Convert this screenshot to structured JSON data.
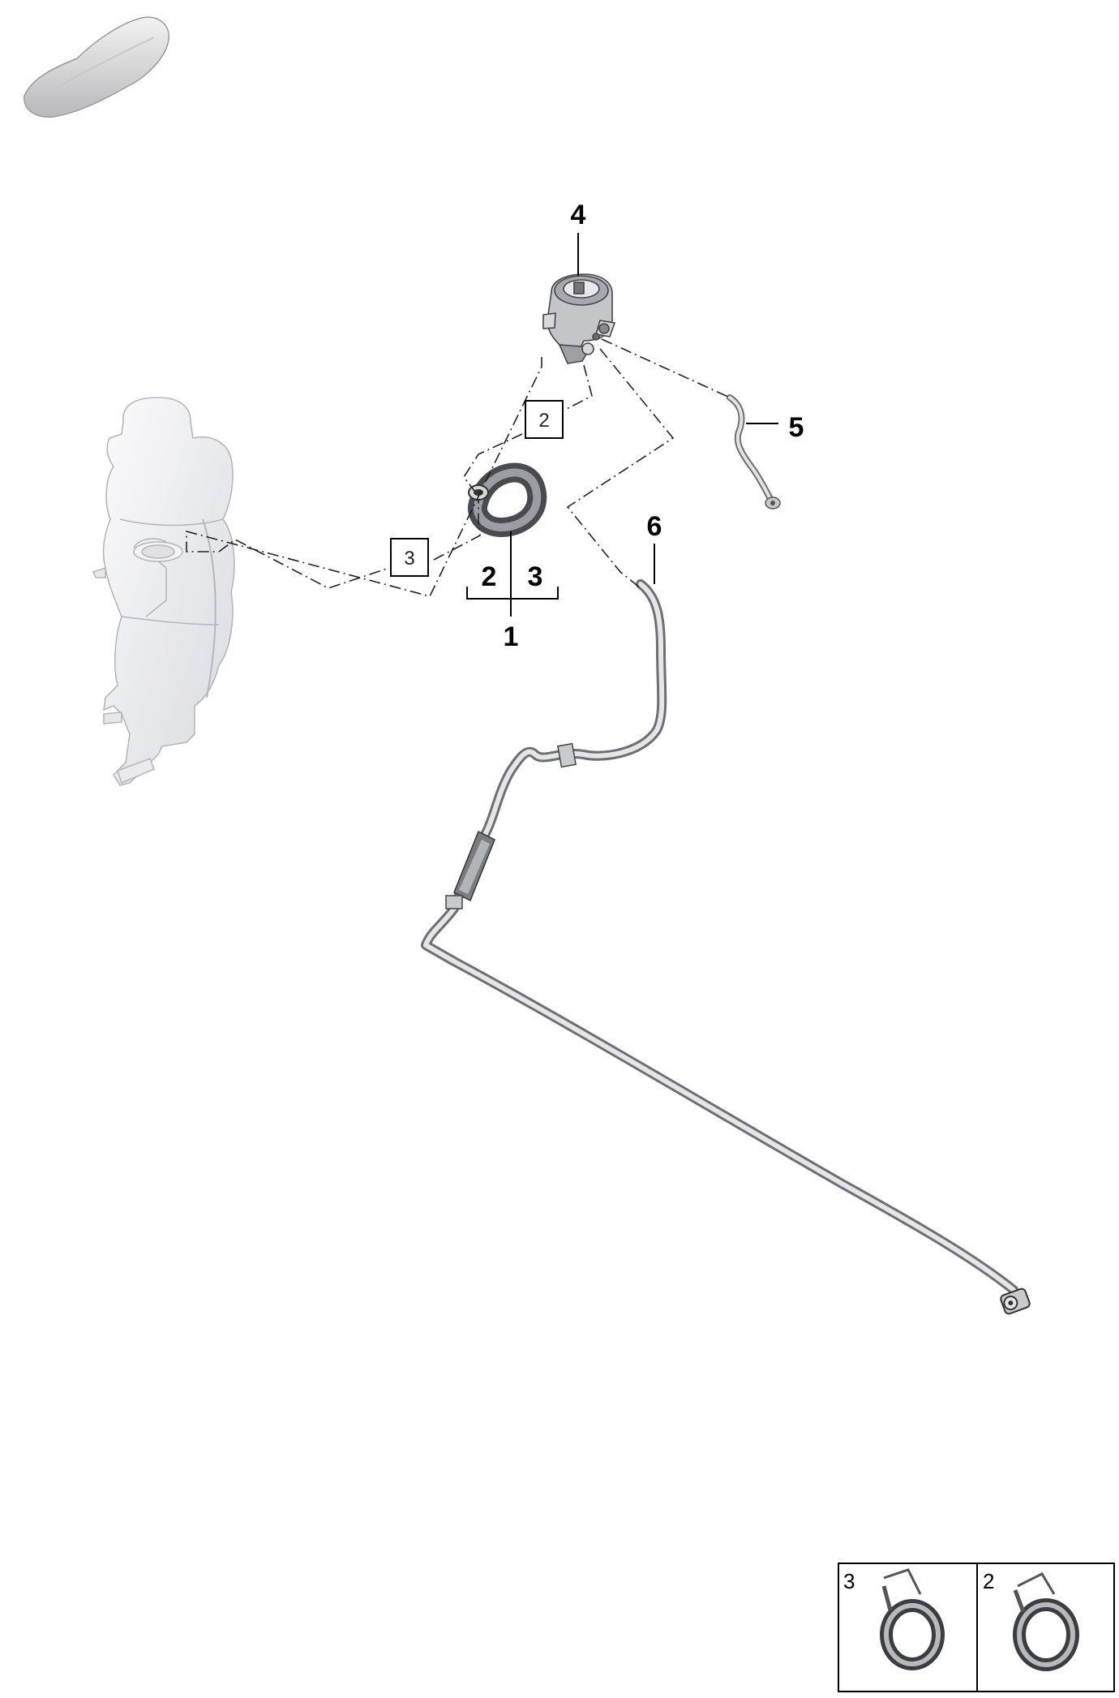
{
  "callouts": {
    "c1": "1",
    "c2": "2",
    "c3": "3",
    "c4": "4",
    "c5": "5",
    "c6": "6"
  },
  "boxed_refs": {
    "b2": "2",
    "b3": "3"
  },
  "legend": {
    "left_label": "3",
    "right_label": "2"
  },
  "colors": {
    "part_fill": "#d6d6d8",
    "part_stroke": "#555555",
    "line": "#222222"
  },
  "icons": [
    "car-silhouette-icon",
    "expansion-tank-icon",
    "valve-icon",
    "hose-elbow-icon",
    "hose-clamp-icon"
  ]
}
